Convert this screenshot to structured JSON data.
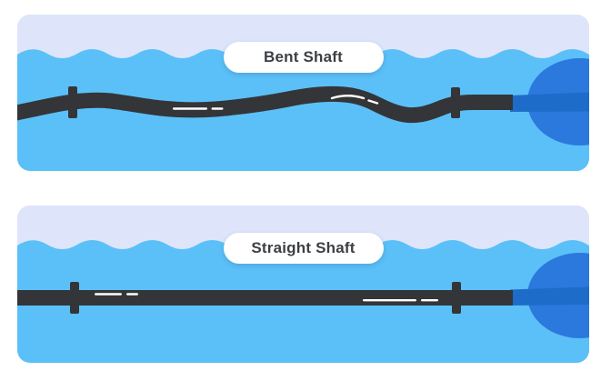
{
  "panels": [
    {
      "label": "Bent Shaft",
      "shaft_style": "bent"
    },
    {
      "label": "Straight Shaft",
      "shaft_style": "straight"
    }
  ],
  "colors": {
    "page_bg": "#ffffff",
    "sky": "#dee5fa",
    "water": "#5bc0f8",
    "shaft": "#343538",
    "blade": "#2b79dd",
    "throat": "#1e6cc9",
    "highlight": "#ffffff",
    "label_bg": "#ffffff",
    "label_text": "#3c4044"
  }
}
